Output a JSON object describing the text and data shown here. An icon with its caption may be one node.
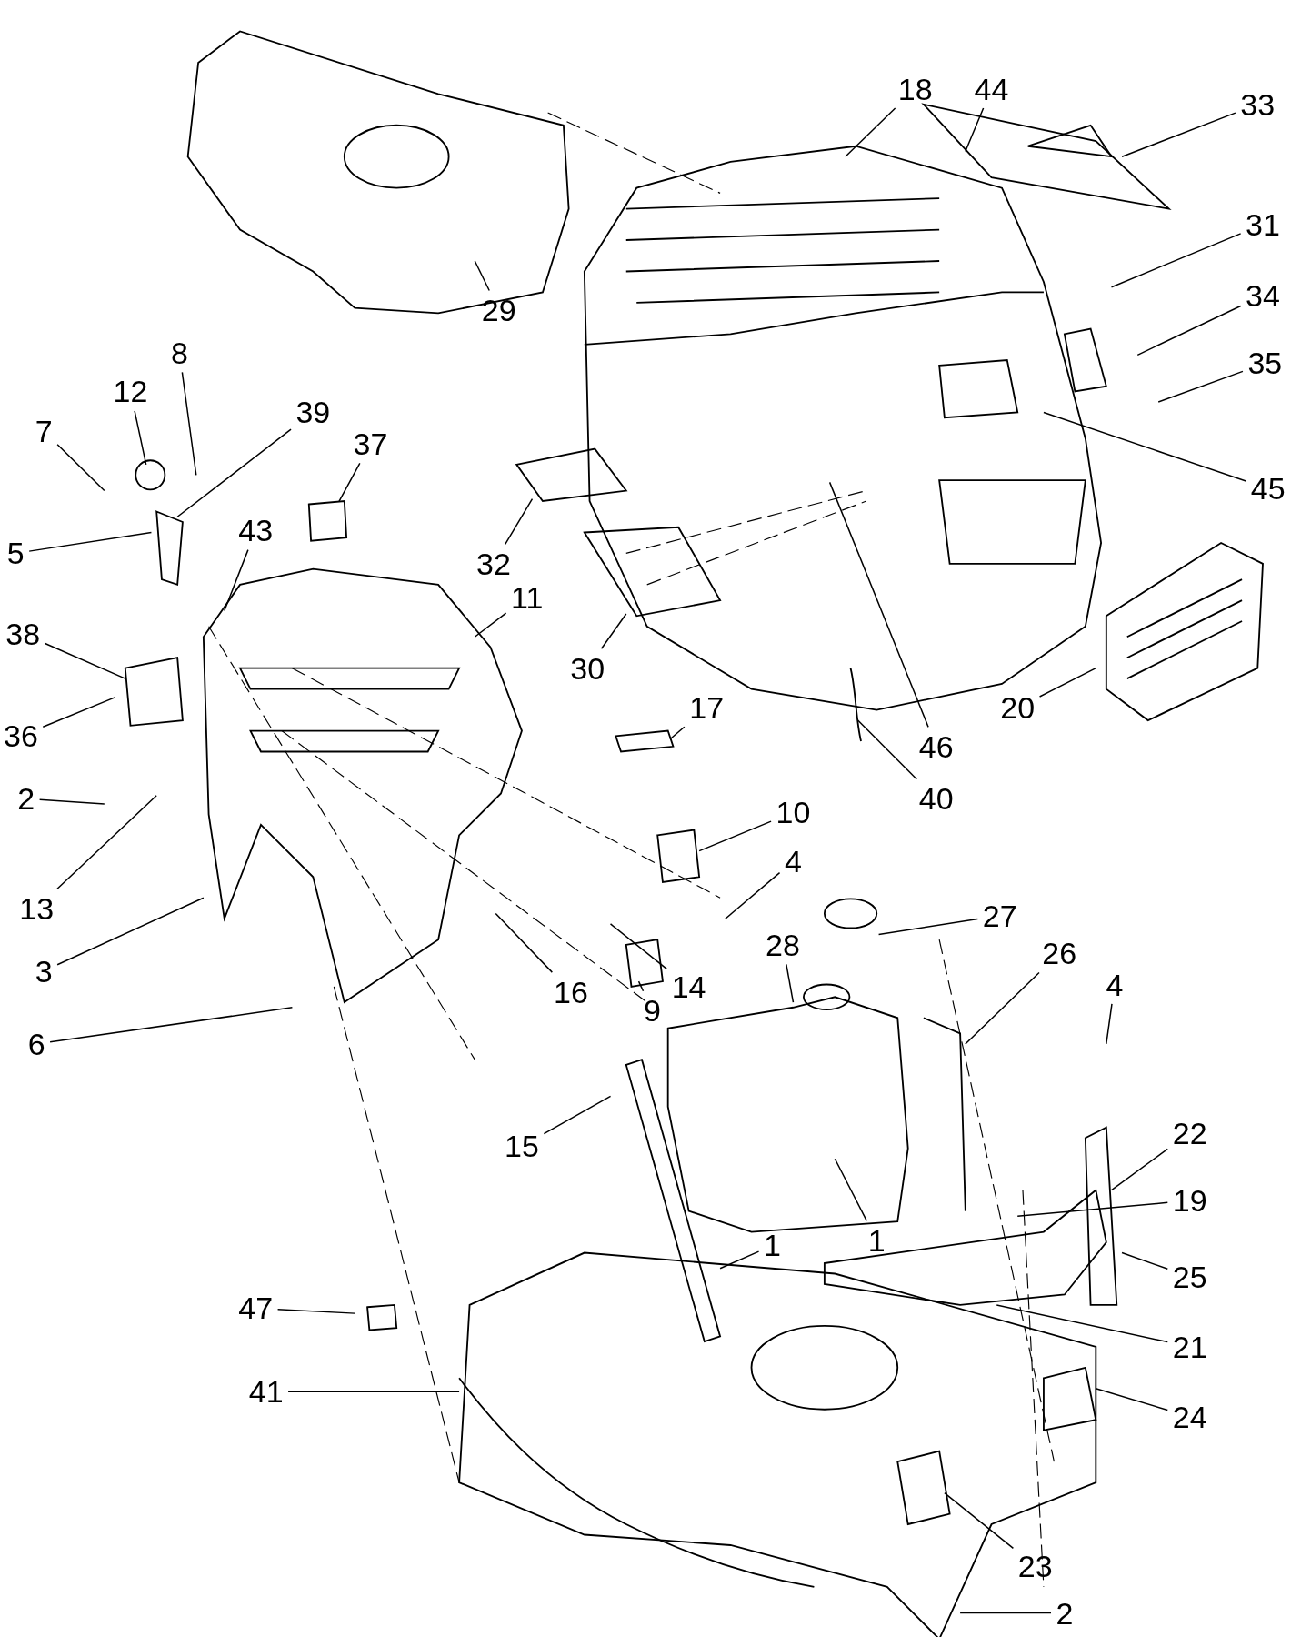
{
  "diagram": {
    "nodes": [
      {
        "text": [
          "18"
        ]
      },
      {
        "text": [
          "44"
        ]
      },
      {
        "text": [
          "33"
        ]
      },
      {
        "text": [
          "31"
        ]
      },
      {
        "text": [
          "34"
        ]
      },
      {
        "text": [
          "35"
        ]
      },
      {
        "text": [
          "29"
        ]
      },
      {
        "text": [
          "8"
        ]
      },
      {
        "text": [
          "12"
        ]
      },
      {
        "text": [
          "39"
        ]
      },
      {
        "text": [
          "7"
        ]
      },
      {
        "text": [
          "37"
        ]
      },
      {
        "text": [
          "45"
        ]
      },
      {
        "text": [
          "43"
        ]
      },
      {
        "text": [
          "5"
        ]
      },
      {
        "text": [
          "32"
        ]
      },
      {
        "text": [
          "11"
        ]
      },
      {
        "text": [
          "38"
        ]
      },
      {
        "text": [
          "30"
        ]
      },
      {
        "text": [
          "20"
        ]
      },
      {
        "text": [
          "17"
        ]
      },
      {
        "text": [
          "36"
        ]
      },
      {
        "text": [
          "46"
        ]
      },
      {
        "text": [
          "2"
        ]
      },
      {
        "text": [
          "40"
        ]
      },
      {
        "text": [
          "10"
        ]
      },
      {
        "text": [
          "13"
        ]
      },
      {
        "text": [
          "4"
        ]
      },
      {
        "text": [
          "28"
        ]
      },
      {
        "text": [
          "27"
        ]
      },
      {
        "text": [
          "3"
        ]
      },
      {
        "text": [
          "26"
        ]
      },
      {
        "text": [
          "16"
        ]
      },
      {
        "text": [
          "14"
        ]
      },
      {
        "text": [
          "9"
        ]
      },
      {
        "text": [
          "4"
        ]
      },
      {
        "text": [
          "6"
        ]
      },
      {
        "text": [
          "22"
        ]
      },
      {
        "text": [
          "15"
        ]
      },
      {
        "text": [
          "19"
        ]
      },
      {
        "text": [
          "1"
        ]
      },
      {
        "text": [
          "1"
        ]
      },
      {
        "text": [
          "25"
        ]
      },
      {
        "text": [
          "47"
        ]
      },
      {
        "text": [
          "21"
        ]
      },
      {
        "text": [
          "41"
        ]
      },
      {
        "text": [
          "24"
        ]
      },
      {
        "text": [
          "23"
        ]
      },
      {
        "text": [
          "2"
        ]
      }
    ],
    "edges": [
      {
        "from": 0,
        "to": null,
        "arrow": "none"
      },
      {
        "from": 1,
        "to": null,
        "arrow": "none"
      },
      {
        "from": 2,
        "to": null,
        "arrow": "none"
      },
      {
        "from": 3,
        "to": null,
        "arrow": "none"
      },
      {
        "from": 4,
        "to": null,
        "arrow": "none"
      },
      {
        "from": 5,
        "to": null,
        "arrow": "none"
      },
      {
        "from": 6,
        "to": null,
        "arrow": "none"
      },
      {
        "from": 7,
        "to": null,
        "arrow": "none"
      },
      {
        "from": 8,
        "to": null,
        "arrow": "none"
      },
      {
        "from": 9,
        "to": null,
        "arrow": "none"
      },
      {
        "from": 10,
        "to": null,
        "arrow": "none"
      },
      {
        "from": 11,
        "to": null,
        "arrow": "none"
      },
      {
        "from": 12,
        "to": null,
        "arrow": "none"
      },
      {
        "from": 13,
        "to": null,
        "arrow": "none"
      },
      {
        "from": 14,
        "to": null,
        "arrow": "none"
      },
      {
        "from": 15,
        "to": null,
        "arrow": "none"
      },
      {
        "from": 16,
        "to": null,
        "arrow": "none"
      },
      {
        "from": 17,
        "to": null,
        "arrow": "none"
      },
      {
        "from": 18,
        "to": null,
        "arrow": "none"
      },
      {
        "from": 19,
        "to": null,
        "arrow": "none"
      },
      {
        "from": 20,
        "to": null,
        "arrow": "none"
      },
      {
        "from": 21,
        "to": null,
        "arrow": "none"
      },
      {
        "from": 22,
        "to": null,
        "arrow": "none"
      },
      {
        "from": 23,
        "to": null,
        "arrow": "none"
      },
      {
        "from": 24,
        "to": null,
        "arrow": "none"
      },
      {
        "from": 25,
        "to": null,
        "arrow": "none"
      },
      {
        "from": 26,
        "to": null,
        "arrow": "none"
      },
      {
        "from": 27,
        "to": null,
        "arrow": "none"
      },
      {
        "from": 28,
        "to": null,
        "arrow": "none"
      },
      {
        "from": 29,
        "to": null,
        "arrow": "none"
      },
      {
        "from": 30,
        "to": null,
        "arrow": "none"
      },
      {
        "from": 31,
        "to": null,
        "arrow": "none"
      },
      {
        "from": 32,
        "to": null,
        "arrow": "none"
      },
      {
        "from": 33,
        "to": null,
        "arrow": "none"
      },
      {
        "from": 34,
        "to": null,
        "arrow": "none"
      },
      {
        "from": 35,
        "to": null,
        "arrow": "none"
      },
      {
        "from": 36,
        "to": null,
        "arrow": "none"
      },
      {
        "from": 37,
        "to": null,
        "arrow": "none"
      },
      {
        "from": 38,
        "to": null,
        "arrow": "none"
      },
      {
        "from": 39,
        "to": null,
        "arrow": "none"
      },
      {
        "from": 40,
        "to": null,
        "arrow": "none"
      },
      {
        "from": 41,
        "to": null,
        "arrow": "none"
      },
      {
        "from": 42,
        "to": null,
        "arrow": "none"
      },
      {
        "from": 43,
        "to": null,
        "arrow": "none"
      },
      {
        "from": 44,
        "to": null,
        "arrow": "none"
      },
      {
        "from": 45,
        "to": null,
        "arrow": "none"
      },
      {
        "from": 46,
        "to": null,
        "arrow": "none"
      },
      {
        "from": 47,
        "to": null,
        "arrow": "none"
      },
      {
        "from": 48,
        "to": null,
        "arrow": "none"
      }
    ]
  }
}
